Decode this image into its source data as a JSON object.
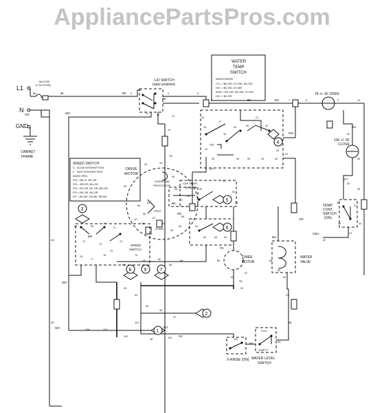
{
  "brand": "AppliancePartsPros.com",
  "legends": {
    "water_temp": {
      "title": [
        "WATER",
        "TEMP",
        "SWITCH"
      ],
      "sub": "WASH-RINSE",
      "rows": [
        "C/C = BK-RD, GY-RD, BU-RD",
        "H/C = BK-RD, GY-BR",
        "W/W = BK-OR, BK-RD, GY-RD",
        "H/C = BK-RD"
      ]
    },
    "speed": {
      "title": "SPEED SWITCH",
      "rows": [
        "S - SLOW INTERMITTENT",
        "F - FAST INTERMITTENT",
        "WASH SPIN",
        "S/S = BK-VI, BK-OR",
        "S/S = BR-OR, BU-OR",
        "F/S = BK-OR, BK-OR, BR-OR",
        "F/S = BK-OR, BU-OR",
        "F/F = BK-BK, OR-BK, BR-BK"
      ]
    }
  },
  "components": {
    "lid_switch": [
      "LID SWITCH",
      "(open position)"
    ],
    "fuse": [
      "15A FUSE",
      "(F-30 KFUSE)"
    ],
    "l1": "L1",
    "n": "N",
    "gnd": "GND",
    "cabinet": [
      "CABINET",
      "FRAME"
    ],
    "thermostat_open": "78 +/- 5F OPEN",
    "thermostat_close": [
      "100 +/- 5F",
      "CLOSE"
    ],
    "temp_control": [
      "TEMP",
      "CONT.",
      "SWITCH",
      "(ON)"
    ],
    "drive_motor": [
      "DRIVE",
      "MOTOR"
    ],
    "overload": [
      "OVERLOAD",
      "PROTECTOR"
    ],
    "cap_start": [
      "CAP START",
      "MODULE"
    ],
    "speed_switch_label": [
      "SPEED",
      "SWITCH"
    ],
    "timer_motor": [
      "TIMER",
      "MOTOR"
    ],
    "water_valve": [
      "WATER",
      "VALVE"
    ],
    "water_level": [
      "WATER LEVEL",
      "SWITCH"
    ],
    "x_rinse": "X-RINSE (ON)",
    "full": "FULL",
    "empty": "EMPTY",
    "cent": "CENT",
    "start": "START"
  },
  "nodes": [
    "1",
    "2",
    "3",
    "4",
    "5",
    "6",
    "7",
    "8",
    "9"
  ],
  "wire_labels": {
    "wh": "WH",
    "bk": "BK",
    "bu": "BU",
    "gy": "GY",
    "or": "OR",
    "rd": "RD",
    "yl": "YL",
    "vi": "VI",
    "br": "BR",
    "pk": "PK",
    "ys": "YS",
    "ws": "WS",
    "sv": "SV",
    "cbu": "CBU",
    "gr": "GR"
  },
  "terminals": [
    "1",
    "2",
    "3",
    "4",
    "5",
    "6",
    "7",
    "8",
    "9",
    "10",
    "11",
    "12",
    "13",
    "14",
    "15",
    "16",
    "17",
    "18",
    "19",
    "20",
    "21",
    "22",
    "23",
    "24",
    "25",
    "26",
    "28",
    "29",
    "30",
    "31",
    "32",
    "33",
    "34",
    "35",
    "36",
    "37",
    "38",
    "40",
    "41",
    "42",
    "43",
    "44",
    "45",
    "46",
    "47",
    "48",
    "49",
    "51",
    "52",
    "53",
    "54",
    "55",
    "56",
    "57",
    "58",
    "59",
    "60",
    "61",
    "62",
    "63",
    "64",
    "65",
    "66",
    "67",
    "68",
    "69",
    "70",
    "71",
    "72",
    "73",
    "74",
    "75",
    "76",
    "77",
    "78",
    "79",
    "80",
    "81",
    "82",
    "83",
    "84",
    "85",
    "86",
    "87",
    "88",
    "89",
    "90",
    "91",
    "92",
    "93",
    "94",
    "95",
    "96",
    "97",
    "98",
    "100",
    "101",
    "102",
    "103",
    "104",
    "105",
    "106",
    "8A",
    "8B",
    "2A",
    "2B",
    "3A",
    "3B"
  ]
}
